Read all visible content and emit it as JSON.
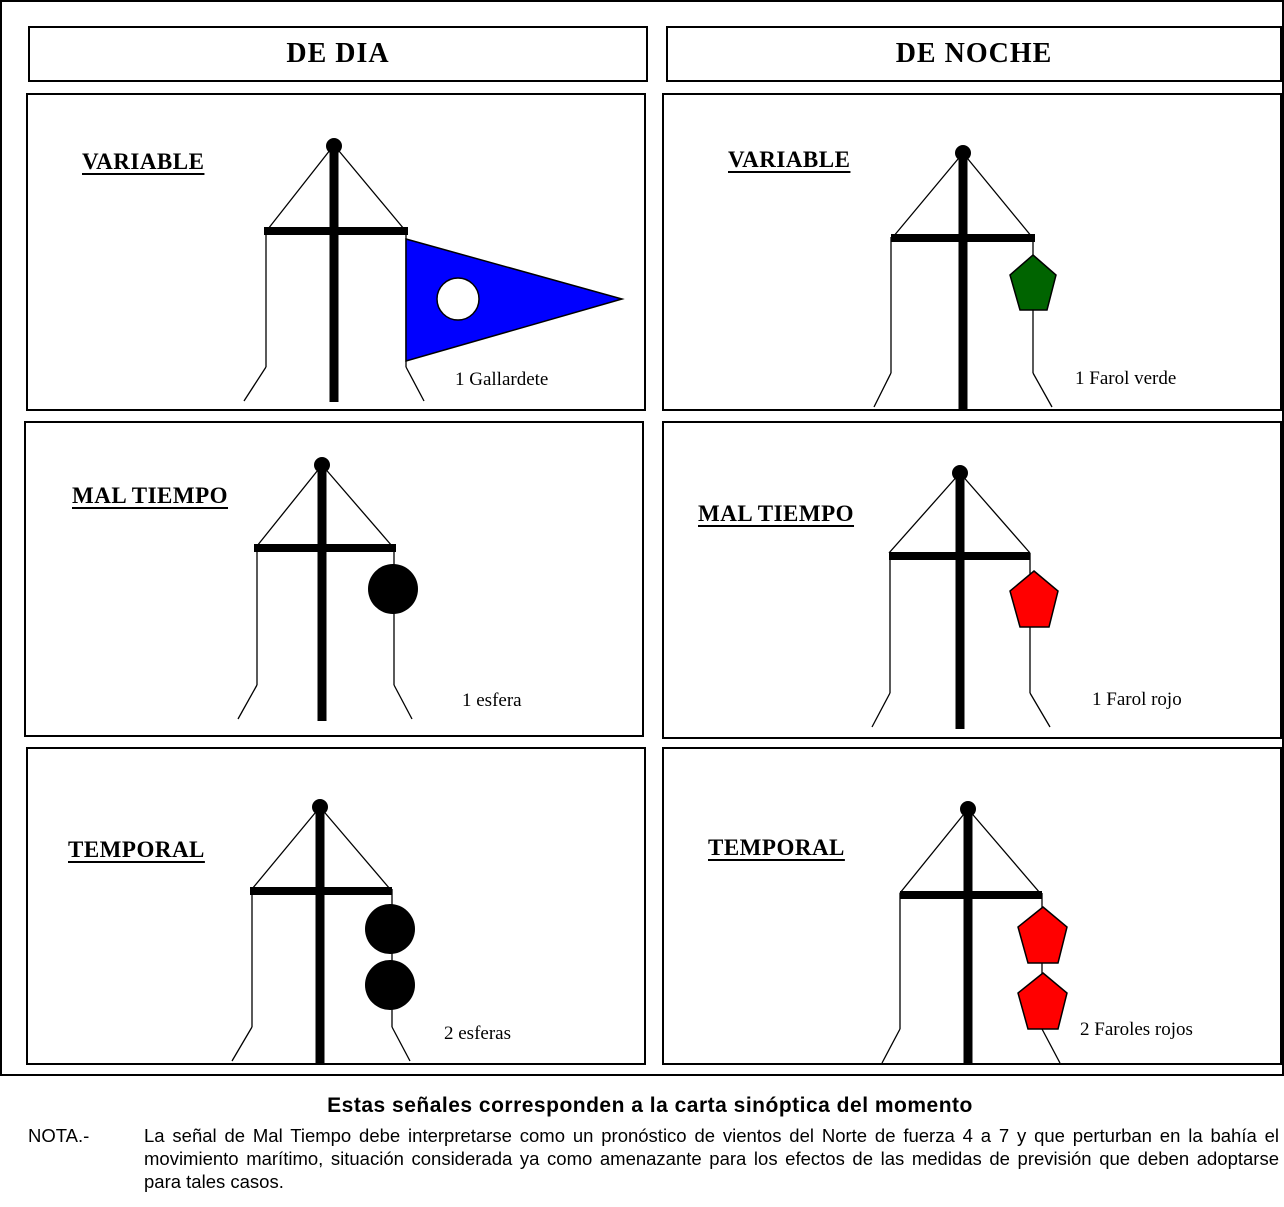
{
  "headers": {
    "day": "DE DIA",
    "night": "DE NOCHE"
  },
  "panels": [
    {
      "title": "VARIABLE",
      "caption": "1 Gallardete",
      "signal": "blue-pennant-icon",
      "color": "#0000ff"
    },
    {
      "title": "VARIABLE",
      "caption": "1 Farol verde",
      "signal": "green-lantern-icon",
      "color": "#006400"
    },
    {
      "title": "MAL TIEMPO",
      "caption": "1 esfera",
      "signal": "black-sphere-icon",
      "color": "#000000"
    },
    {
      "title": "MAL TIEMPO",
      "caption": "1 Farol rojo",
      "signal": "red-lantern-icon",
      "color": "#ff0000"
    },
    {
      "title": "TEMPORAL",
      "caption": "2 esferas",
      "signal": "black-sphere-icon",
      "color": "#000000"
    },
    {
      "title": "TEMPORAL",
      "caption": "2 Faroles rojos",
      "signal": "red-lantern-icon",
      "color": "#ff0000"
    }
  ],
  "footer": {
    "title": "Estas señales corresponden a la carta sinóptica del momento",
    "note_label": "NOTA.-",
    "note_text": "La señal de Mal Tiempo debe interpretarse como un pronóstico de vientos del Norte de fuerza 4 a 7 y que perturban en la bahía el movimiento marítimo, situación considerada ya como amenazante para los efectos de las medidas de previsión que deben adoptarse para tales casos."
  }
}
